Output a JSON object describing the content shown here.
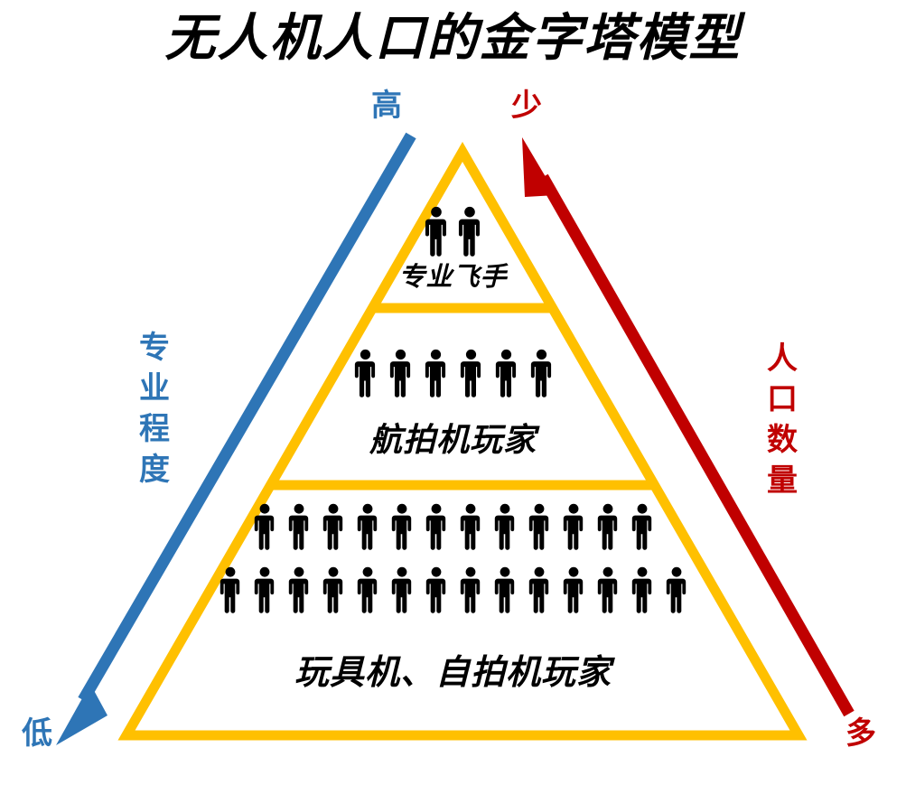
{
  "title": "无人机人口的金字塔模型",
  "colors": {
    "pyramid": "#FFC000",
    "left_axis": "#2E75B6",
    "right_axis": "#C00000",
    "people": "#000000",
    "title": "#000000",
    "background": "#FFFFFF"
  },
  "axes": {
    "left": {
      "name": "专业程度",
      "top_cap": "高",
      "bottom_cap": "低",
      "color": "#2E75B6",
      "direction": "down-left arrow (high at top, low at bottom)"
    },
    "right": {
      "name": "人口数量",
      "top_cap": "少",
      "bottom_cap": "多",
      "color": "#C00000",
      "direction": "up-left arrow (few at top, many at bottom)"
    }
  },
  "chart_data": {
    "type": "pyramid",
    "title": "无人机人口的金字塔模型",
    "tiers": [
      {
        "label": "专业飞手",
        "people": 2,
        "rows": [
          2
        ],
        "level": "top"
      },
      {
        "label": "航拍机玩家",
        "people": 6,
        "rows": [
          6
        ],
        "level": "middle"
      },
      {
        "label": "玩具机、自拍机玩家",
        "people": 26,
        "rows": [
          12,
          14
        ],
        "level": "bottom"
      }
    ],
    "xlabel": "",
    "ylabel": "专业程度 / 人口数量",
    "legend": []
  },
  "icons": {
    "person": "person-icon",
    "arrow_down_left": "arrow-down-left-icon",
    "arrow_up_left": "arrow-up-left-icon"
  }
}
